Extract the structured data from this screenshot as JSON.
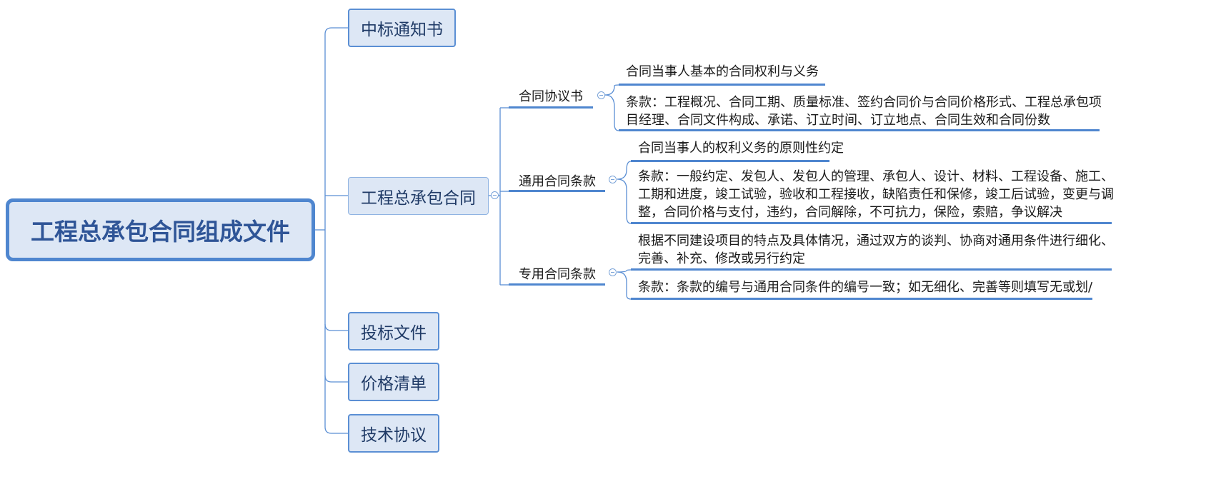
{
  "root": {
    "label": "工程总承包合同组成文件"
  },
  "level1": [
    {
      "label": "中标通知书"
    },
    {
      "label": "工程总承包合同"
    },
    {
      "label": "投标文件"
    },
    {
      "label": "价格清单"
    },
    {
      "label": "技术协议"
    }
  ],
  "level2": [
    {
      "label": "合同协议书",
      "leaves": [
        {
          "lines": [
            "合同当事人基本的合同权利与义务"
          ]
        },
        {
          "lines": [
            "条款：工程概况、合同工期、质量标准、签约合同价与合同价格形式、工程总承包项",
            "目经理、合同文件构成、承诺、订立时间、订立地点、合同生效和合同份数"
          ]
        }
      ]
    },
    {
      "label": "通用合同条款",
      "leaves": [
        {
          "lines": [
            "合同当事人的权利义务的原则性约定"
          ]
        },
        {
          "lines": [
            "条款：一般约定、发包人、发包人的管理、承包人、设计、材料、工程设备、施工、",
            "工期和进度，竣工试验，验收和工程接收，缺陷责任和保修，竣工后试验，变更与调",
            "整，合同价格与支付，违约，合同解除，不可抗力，保险，索赔，争议解决"
          ]
        }
      ]
    },
    {
      "label": "专用合同条款",
      "leaves": [
        {
          "lines": [
            "根据不同建设项目的特点及具体情况，通过双方的谈判、协商对通用条件进行细化、",
            "完善、补充、修改或另行约定"
          ]
        },
        {
          "lines": [
            "条款：条款的编号与通用合同条件的编号一致；如无细化、完善等则填写无或划/"
          ]
        }
      ]
    }
  ],
  "icons": {
    "collapse": "collapse-toggle-icon"
  },
  "colors": {
    "accent": "#4f86cf",
    "node_fill": "#dde7f5",
    "connector": "#5b8fd4",
    "root_text": "#2f5597"
  }
}
